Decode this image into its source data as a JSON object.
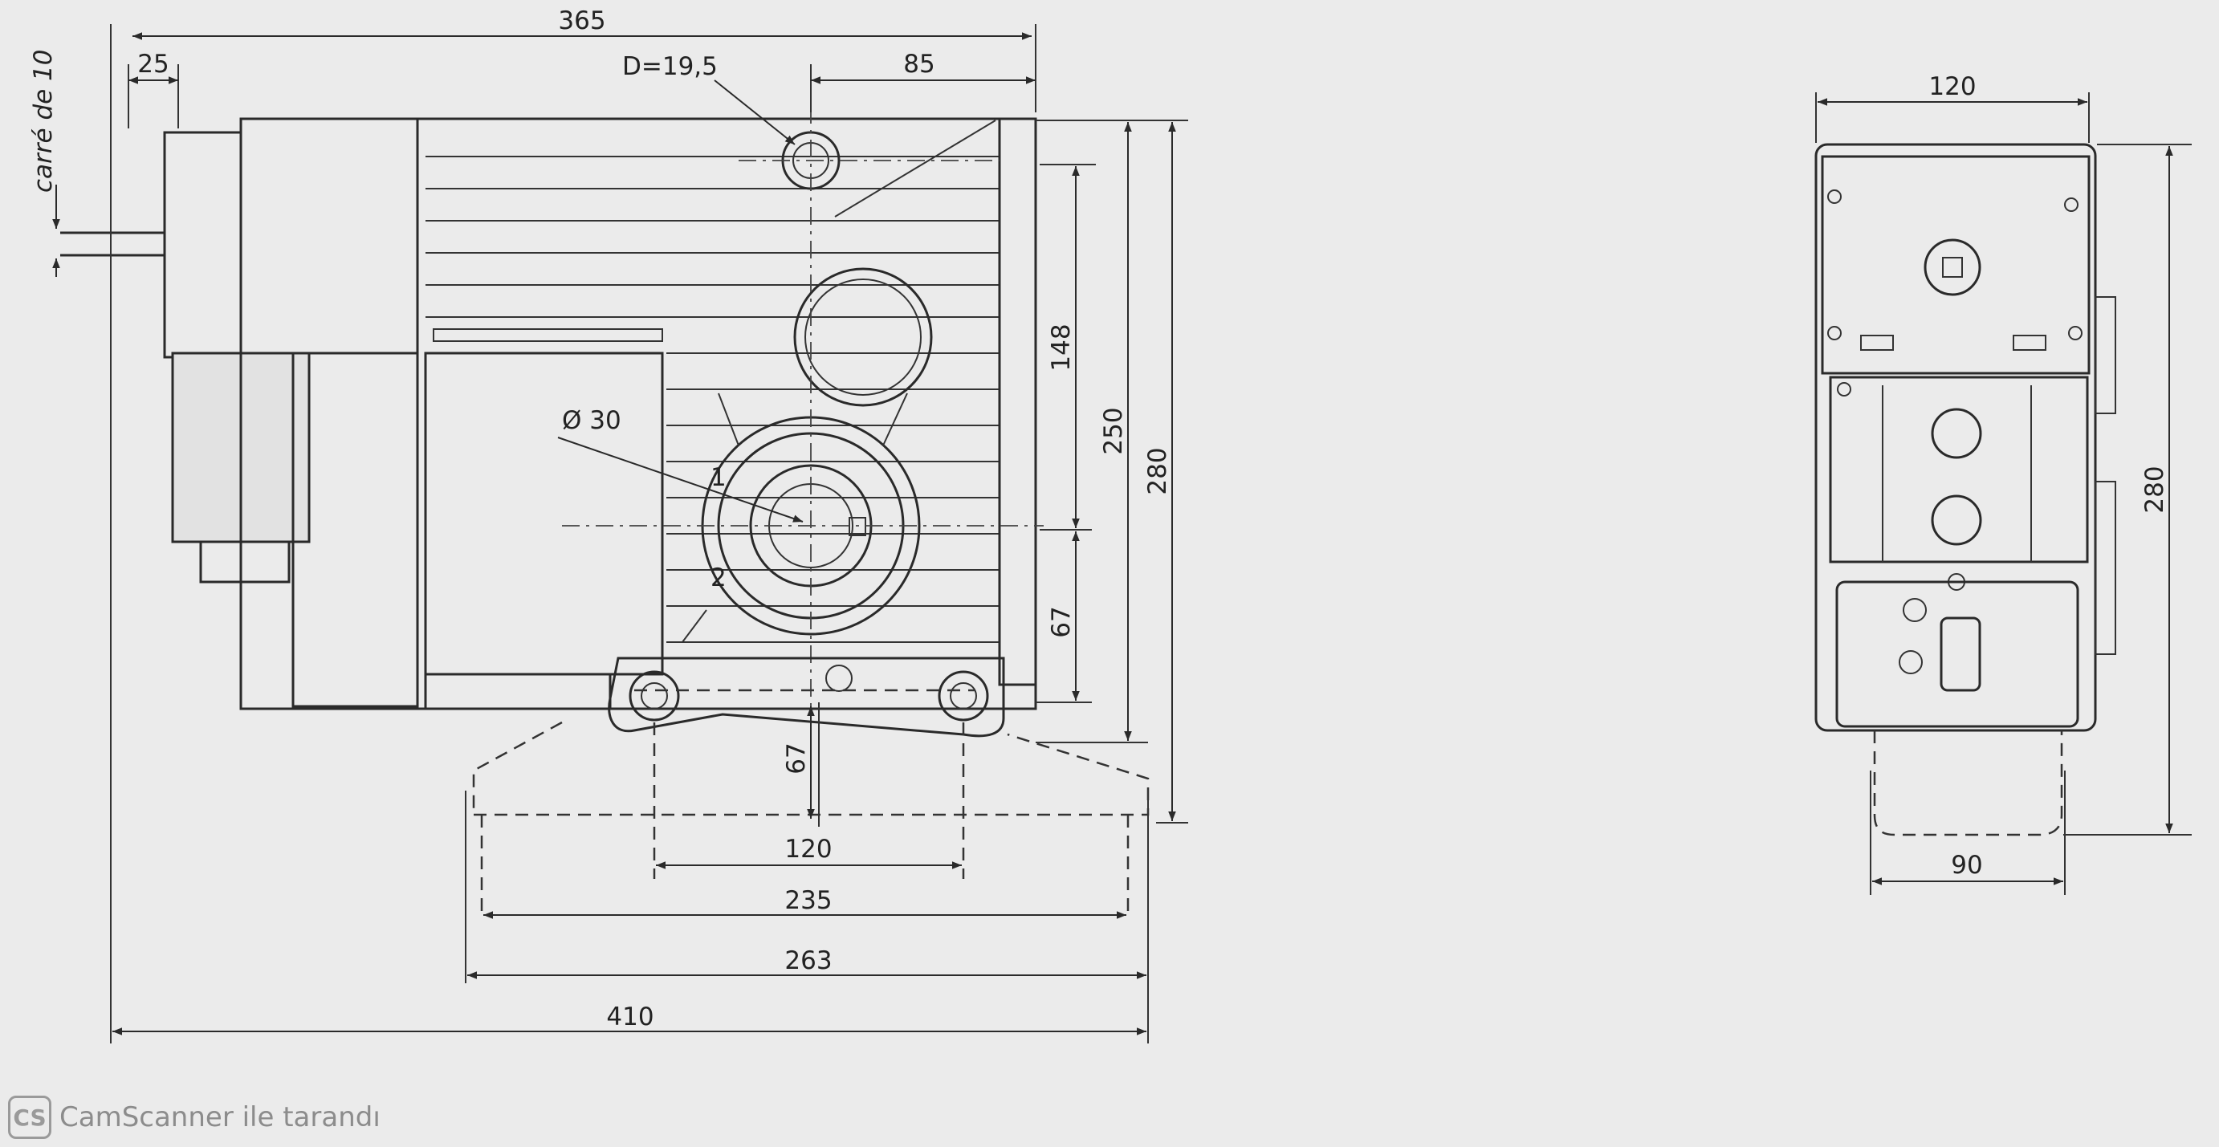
{
  "drawing": {
    "front_view": {
      "dimensions": {
        "overall_top": "365",
        "shaft_offset": "25",
        "square": "carré de 10",
        "bore": "D=19,5",
        "bore_offset": "85",
        "hub_diameter": "Ø 30",
        "height_148": "148",
        "height_250": "250",
        "height_280": "280",
        "height_67_upper": "67",
        "height_67_lower": "67",
        "base_120": "120",
        "base_235": "235",
        "base_263": "263",
        "overall_bottom": "410"
      },
      "rotation_marks": [
        "1",
        "2"
      ]
    },
    "side_view": {
      "dimensions": {
        "width_top": "120",
        "height": "280",
        "width_bottom": "90"
      }
    }
  },
  "watermark": {
    "logo": "CS",
    "text": "CamScanner ile tarandı"
  }
}
